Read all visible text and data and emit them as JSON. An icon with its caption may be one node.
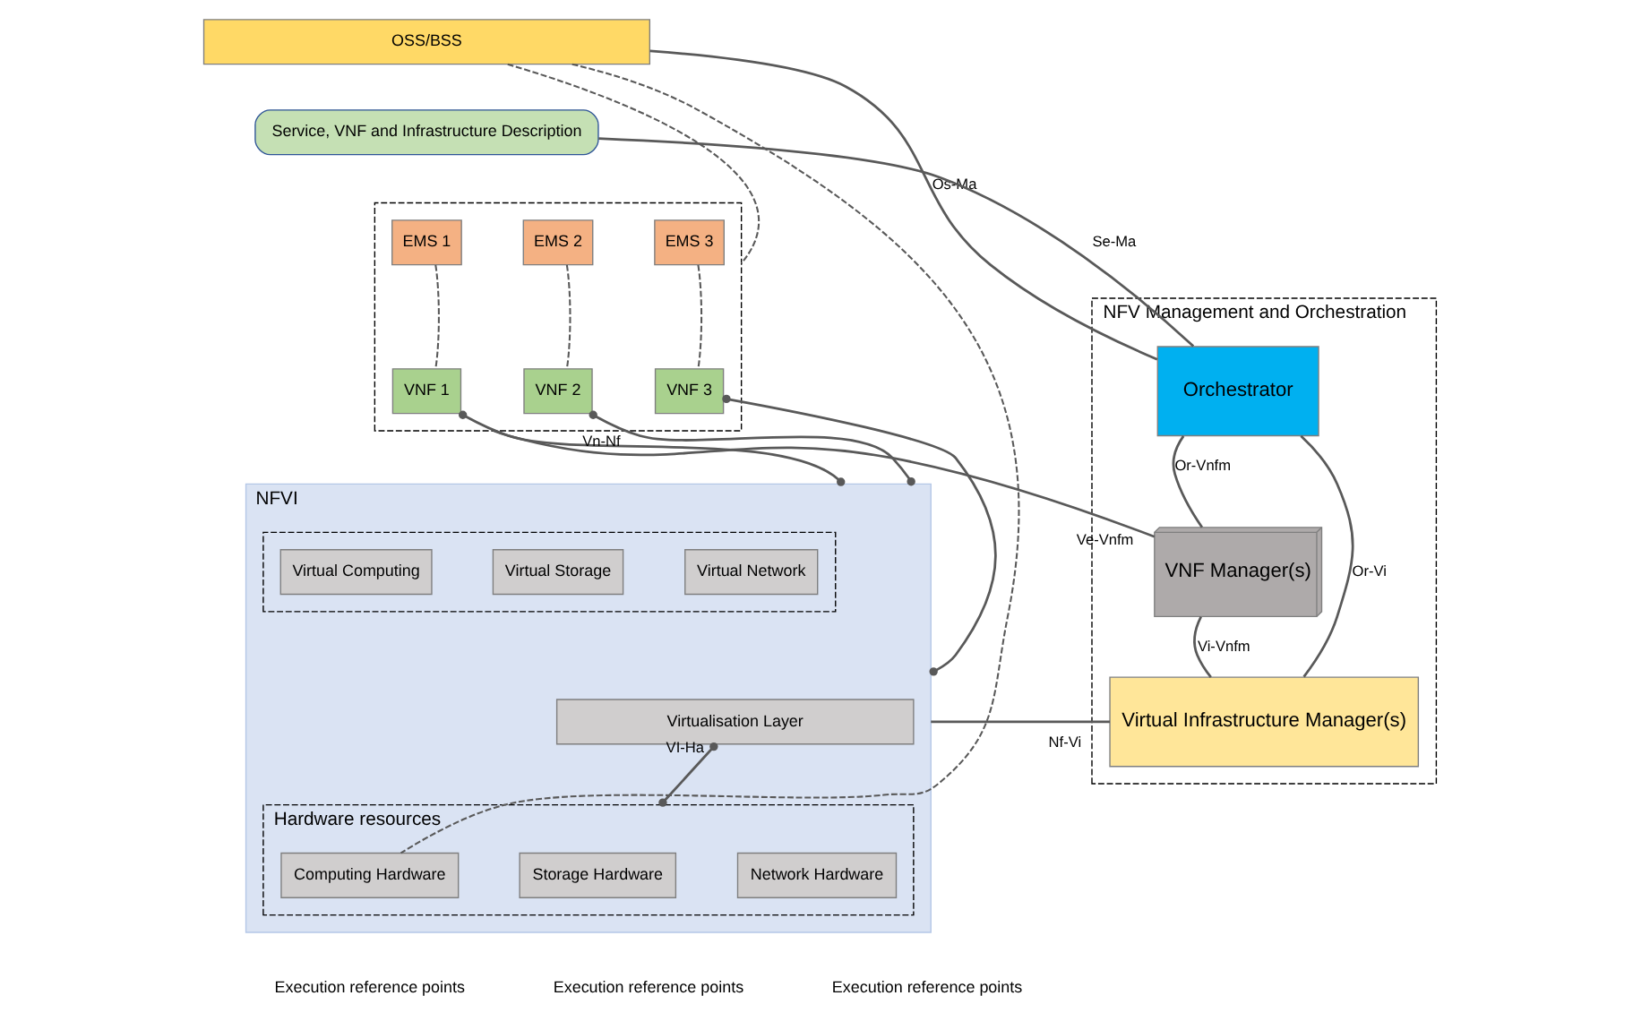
{
  "diagram": {
    "nodes": [
      {
        "text": [
          "OSS/BSS"
        ]
      },
      {
        "text": [
          "Service, VNF and Infrastructure Description"
        ]
      },
      {
        "text": [],
        "shape": "box"
      },
      {
        "text": [
          "EMS 1"
        ],
        "in": 2
      },
      {
        "text": [
          "EMS 2"
        ],
        "in": 2
      },
      {
        "text": [
          "EMS 3"
        ],
        "in": 2
      },
      {
        "text": [
          "VNF 1"
        ],
        "in": 2
      },
      {
        "text": [
          "VNF 2"
        ],
        "in": 2
      },
      {
        "text": [
          "VNF 3"
        ],
        "in": 2
      },
      {
        "text": [
          "NFVI"
        ]
      },
      {
        "text": [],
        "shape": "box",
        "in": 9
      },
      {
        "text": [
          "Virtual Computing"
        ],
        "in": 10
      },
      {
        "text": [
          "Virtual Storage"
        ],
        "in": 10
      },
      {
        "text": [
          "Virtual Network"
        ],
        "in": 10
      },
      {
        "text": [
          "Virtualisation Layer"
        ],
        "in": 9
      },
      {
        "text": [
          "Hardware resources"
        ],
        "in": 9
      },
      {
        "text": [
          "Computing Hardware"
        ],
        "in": 15
      },
      {
        "text": [
          "Storage Hardware"
        ],
        "in": 15
      },
      {
        "text": [
          "Network Hardware"
        ],
        "in": 15
      },
      {
        "text": [
          "NFV Management and Orchestration"
        ]
      },
      {
        "text": [
          "Orchestrator"
        ],
        "in": 19
      },
      {
        "text": [
          "VNF Manager(s)"
        ],
        "in": 19
      },
      {
        "text": [
          "Virtual Infrastructure Manager(s)"
        ],
        "in": 19
      }
    ],
    "edges": [
      {
        "from": 0,
        "to": 20,
        "arrow": "none",
        "label": "Os-Ma"
      },
      {
        "from": 1,
        "to": 20,
        "arrow": "none",
        "label": "Se-Ma"
      },
      {
        "from": 0,
        "to": 2,
        "arrow": "none",
        "style": "dashed"
      },
      {
        "from": 3,
        "to": 6,
        "arrow": "none",
        "style": "dashed"
      },
      {
        "from": 4,
        "to": 7,
        "arrow": "none",
        "style": "dashed"
      },
      {
        "from": 5,
        "to": 8,
        "arrow": "none",
        "style": "dashed"
      },
      {
        "from": 20,
        "to": 21,
        "arrow": "none",
        "label": "Or-Vnfm"
      },
      {
        "from": 2,
        "to": 21,
        "arrow": "none",
        "label": "Ve-Vnfm"
      },
      {
        "from": 6,
        "to": 9,
        "arrow": "other"
      },
      {
        "from": 7,
        "to": 9,
        "arrow": "other",
        "label": "Vn-Nf"
      },
      {
        "from": 8,
        "to": 9,
        "arrow": "other"
      },
      {
        "from": 21,
        "to": 22,
        "arrow": "none",
        "label": "Vi-Vnfm"
      },
      {
        "from": 20,
        "to": 22,
        "arrow": "none",
        "label": "Or-Vi"
      },
      {
        "from": 9,
        "to": 22,
        "arrow": "none",
        "label": "Nf-Vi"
      },
      {
        "from": 14,
        "to": 15,
        "arrow": "other",
        "label": "VI-Ha"
      },
      {
        "from": 0,
        "to": 16,
        "arrow": "none",
        "style": "dashed"
      }
    ],
    "legend": [
      {
        "text": "Execution reference points"
      },
      {
        "text": "Execution reference points"
      },
      {
        "text": "Execution reference points"
      }
    ]
  }
}
